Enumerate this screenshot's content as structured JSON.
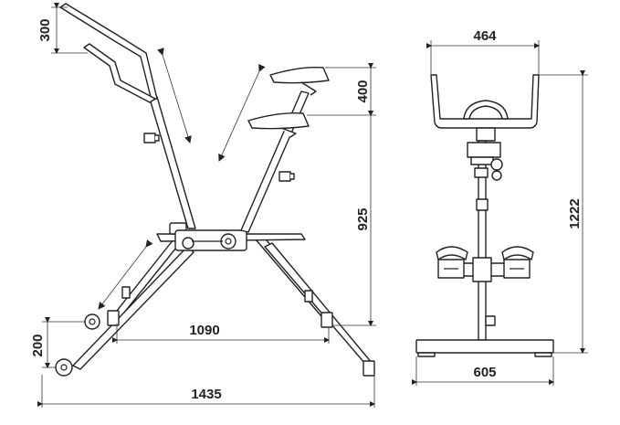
{
  "dimensions": {
    "handle_adjust": "300",
    "seat_adjust": "400",
    "seat_height": "925",
    "wheel_height": "200",
    "inner_base": "1090",
    "total_length": "1435",
    "front_width": "464",
    "total_height": "1222",
    "base_width": "605"
  },
  "colors": {
    "line": "#222222",
    "background": "#ffffff"
  }
}
